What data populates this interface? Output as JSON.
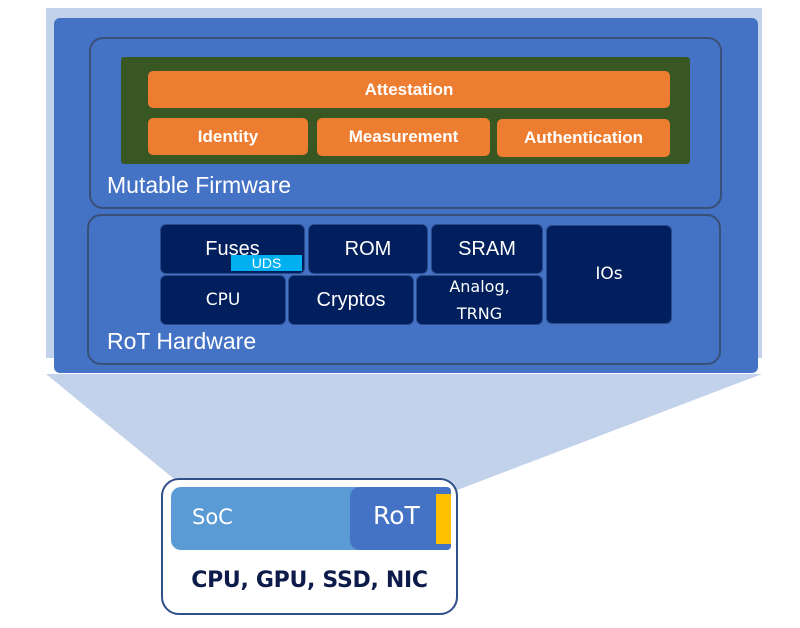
{
  "colors": {
    "backdrop": "#c2d2eb",
    "panel_blue": "#4472c4",
    "firmware_green": "#385723",
    "firmware_orange": "#ed7d31",
    "hardware_navy": "#001f5c",
    "uds_cyan": "#00b0f0",
    "soc_blue": "#5b9bd5",
    "rot_yellow": "#ffc000"
  },
  "firmware": {
    "label": "Mutable Firmware",
    "top_block": "Attestation",
    "blocks": [
      "Identity",
      "Measurement",
      "Authentication"
    ]
  },
  "hardware": {
    "label": "RoT Hardware",
    "blocks": {
      "fuses": "Fuses",
      "uds": "UDS",
      "rom": "ROM",
      "sram": "SRAM",
      "ios": "IOs",
      "cpu": "CPU",
      "cryptos": "Cryptos",
      "analog_line1": "Analog,",
      "analog_line2": "TRNG"
    }
  },
  "device": {
    "soc_label": "SoC",
    "rot_label": "RoT",
    "caption": "CPU, GPU, SSD, NIC"
  }
}
